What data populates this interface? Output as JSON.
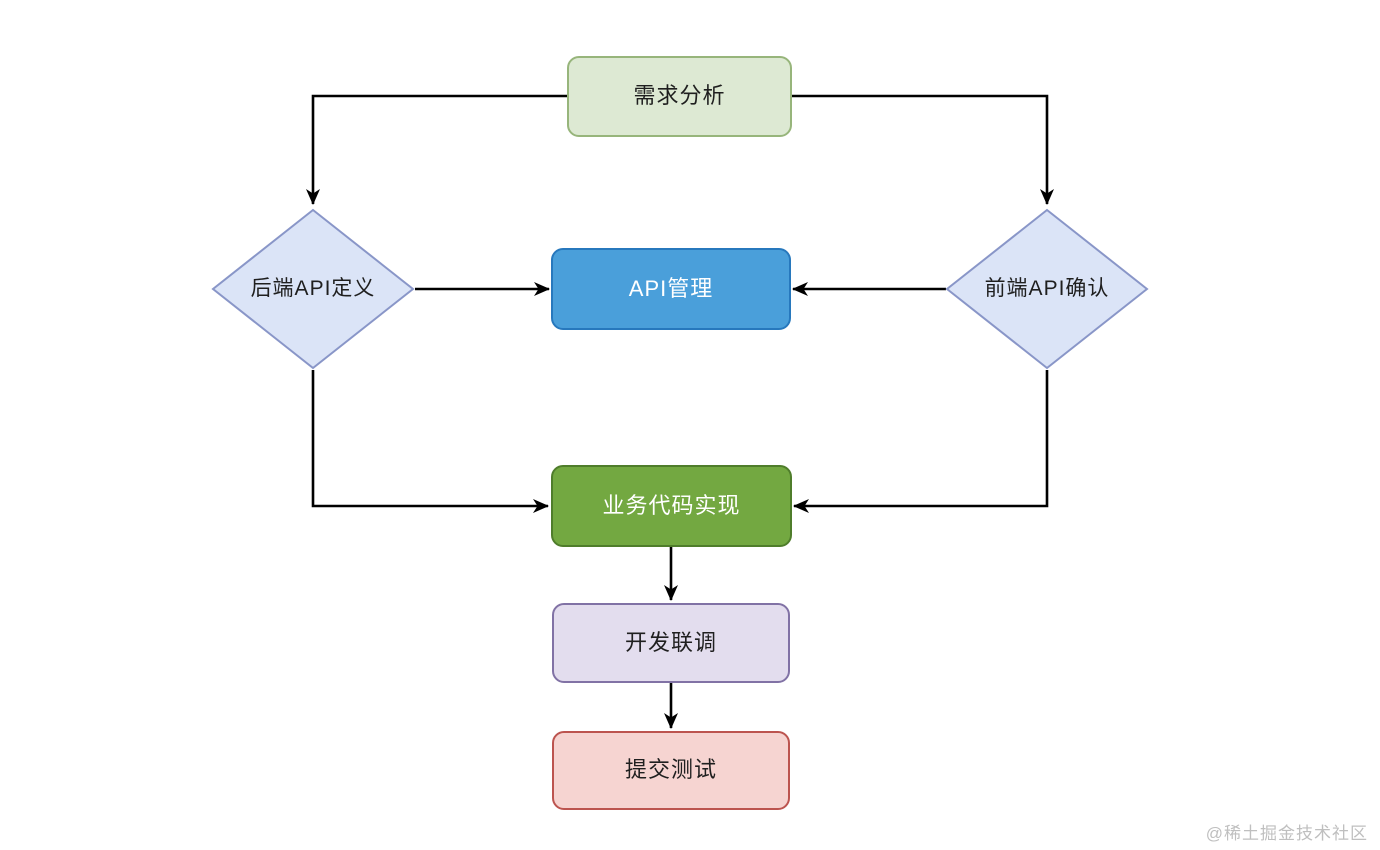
{
  "diagram": {
    "watermark": "@稀土掘金技术社区",
    "connector_color": "#000000",
    "nodes": {
      "requirements": {
        "label": "需求分析",
        "shape": "rounded-rect",
        "fill": "#dde9d3",
        "border": "#97b57b",
        "text_color": "#1f1f1f"
      },
      "backend_api": {
        "label": "后端API定义",
        "shape": "diamond",
        "fill": "#dbe4f7",
        "border": "#8996c8",
        "text_color": "#1f1f1f"
      },
      "frontend_api": {
        "label": "前端API确认",
        "shape": "diamond",
        "fill": "#dbe4f7",
        "border": "#8996c8",
        "text_color": "#1f1f1f"
      },
      "api_management": {
        "label": "API管理",
        "shape": "rounded-rect",
        "fill": "#4a9fda",
        "border": "#2778bd",
        "text_color": "#ffffff"
      },
      "business_code": {
        "label": "业务代码实现",
        "shape": "rounded-rect",
        "fill": "#73a841",
        "border": "#4f7d2b",
        "text_color": "#ffffff"
      },
      "joint_debugging": {
        "label": "开发联调",
        "shape": "rounded-rect",
        "fill": "#e3ddee",
        "border": "#8172a5",
        "text_color": "#1f1f1f"
      },
      "submit_testing": {
        "label": "提交测试",
        "shape": "rounded-rect",
        "fill": "#f6d4d1",
        "border": "#bc544f",
        "text_color": "#1f1f1f"
      }
    },
    "edges": [
      {
        "from": "requirements",
        "to": "backend_api"
      },
      {
        "from": "requirements",
        "to": "frontend_api"
      },
      {
        "from": "backend_api",
        "to": "api_management"
      },
      {
        "from": "frontend_api",
        "to": "api_management"
      },
      {
        "from": "backend_api",
        "to": "business_code"
      },
      {
        "from": "frontend_api",
        "to": "business_code"
      },
      {
        "from": "business_code",
        "to": "joint_debugging"
      },
      {
        "from": "joint_debugging",
        "to": "submit_testing"
      }
    ]
  }
}
